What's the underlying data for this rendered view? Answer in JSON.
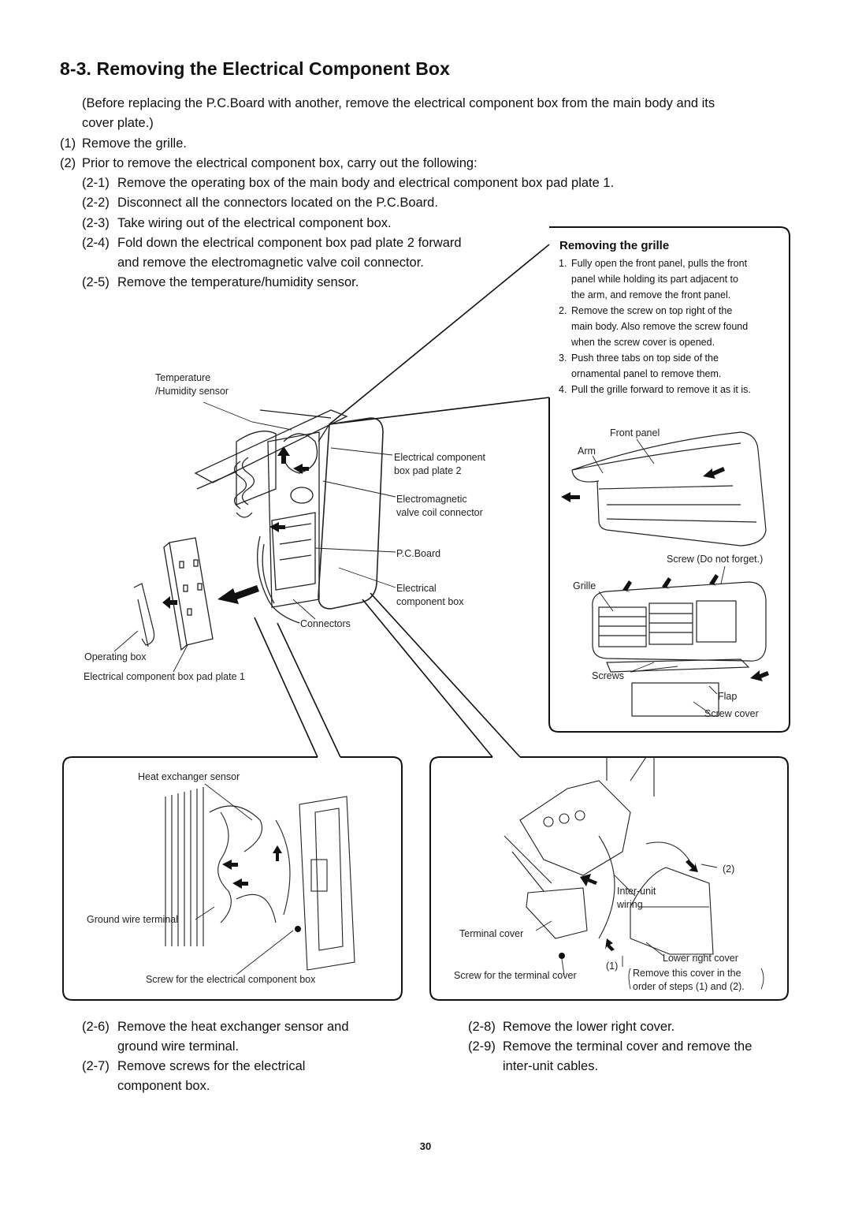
{
  "title": "8-3. Removing the Electrical Component Box",
  "intro": {
    "line1": "(Before replacing the P.C.Board with another, remove the electrical component box from the main body and its",
    "line2": "cover plate.)"
  },
  "steps": {
    "s1_num": "(1)",
    "s1_text": "Remove the grille.",
    "s2_num": "(2)",
    "s2_text": "Prior to remove the electrical component box, carry out the following:",
    "s2_1_num": "(2-1)",
    "s2_1_text": "Remove the operating box of the main body and electrical component box pad plate 1.",
    "s2_2_num": "(2-2)",
    "s2_2_text": "Disconnect all the connectors located on the P.C.Board.",
    "s2_3_num": "(2-3)",
    "s2_3_text": "Take wiring out of the electrical component box.",
    "s2_4_num": "(2-4)",
    "s2_4_text1": "Fold down the electrical component box pad plate 2 forward",
    "s2_4_text2": "and remove the electromagnetic valve coil connector.",
    "s2_5_num": "(2-5)",
    "s2_5_text": "Remove the temperature/humidity sensor."
  },
  "grille": {
    "title": "Removing the grille",
    "steps": [
      {
        "n": "1.",
        "l1": "Fully open the front panel, pulls the front",
        "l2": "panel while holding its part adjacent to",
        "l3": "the arm, and remove the front panel."
      },
      {
        "n": "2.",
        "l1": "Remove the screw on top right of the",
        "l2": "main body. Also remove the screw found",
        "l3": "when the screw cover is opened."
      },
      {
        "n": "3.",
        "l1": "Push three tabs on top side of the",
        "l2": "ornamental panel to remove them."
      },
      {
        "n": "4.",
        "l1": "Pull the grille forward to remove it as it is."
      }
    ],
    "labels": {
      "front_panel": "Front panel",
      "arm": "Arm",
      "screw_do_not_forget": "Screw (Do not forget.)",
      "grille": "Grille",
      "screws": "Screws",
      "flap": "Flap",
      "screw_cover": "Screw cover"
    }
  },
  "main_labels": {
    "temp_sensor_1": "Temperature",
    "temp_sensor_2": "/Humidity sensor",
    "pad_plate2_1": "Electrical component",
    "pad_plate2_2": "box pad plate 2",
    "electromag_1": "Electromagnetic",
    "electromag_2": "valve coil connector",
    "pcboard": "P.C.Board",
    "ecb_1": "Electrical",
    "ecb_2": "component box",
    "connectors": "Connectors",
    "operating_box": "Operating box",
    "pad_plate1": "Electrical component box pad plate 1"
  },
  "lower_left": {
    "heat_exchanger_sensor": "Heat exchanger sensor",
    "ground_wire_terminal": "Ground wire terminal",
    "screw_ecb": "Screw for the electrical component box"
  },
  "lower_right": {
    "label_2": "(2)",
    "inter_unit_1": "Inter-unit",
    "inter_unit_2": "wiring",
    "terminal_cover": "Terminal cover",
    "lower_right_cover": "Lower right cover",
    "label_1": "(1)",
    "screw_terminal_cover": "Screw for the terminal cover",
    "remove_cover_1": "Remove this cover in the",
    "remove_cover_2": "order of steps (1) and (2)."
  },
  "bottom_steps": {
    "s2_6_num": "(2-6)",
    "s2_6_text1": "Remove the heat exchanger sensor and",
    "s2_6_text2": "ground wire terminal.",
    "s2_7_num": "(2-7)",
    "s2_7_text1": "Remove screws for the electrical",
    "s2_7_text2": "component box.",
    "s2_8_num": "(2-8)",
    "s2_8_text": "Remove the lower right cover.",
    "s2_9_num": "(2-9)",
    "s2_9_text1": "Remove the terminal cover and remove the",
    "s2_9_text2": "inter-unit cables."
  },
  "page_number": "30"
}
